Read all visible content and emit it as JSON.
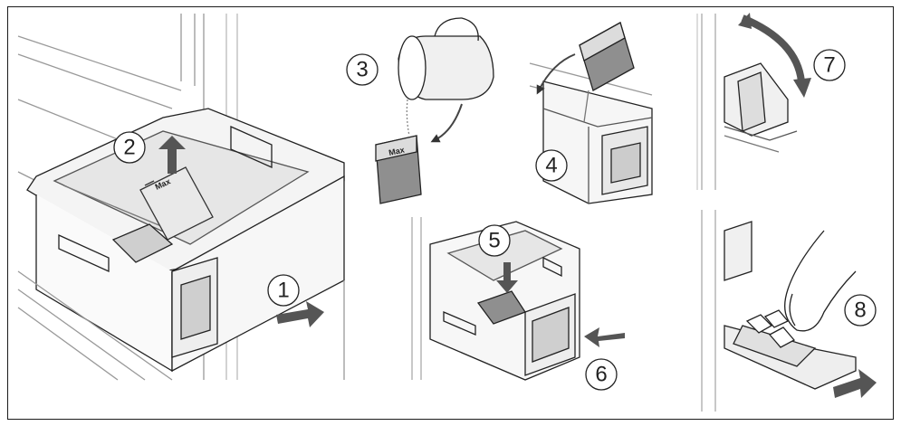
{
  "steps": {
    "s1": "1",
    "s2": "2",
    "s3": "3",
    "s4": "4",
    "s5": "5",
    "s6": "6",
    "s7": "7",
    "s8": "8"
  },
  "labels": {
    "max": "Max"
  },
  "colors": {
    "line": "#222222",
    "shade": "#d9d9d9",
    "dark": "#8a8a8a",
    "arrow": "#555555"
  }
}
